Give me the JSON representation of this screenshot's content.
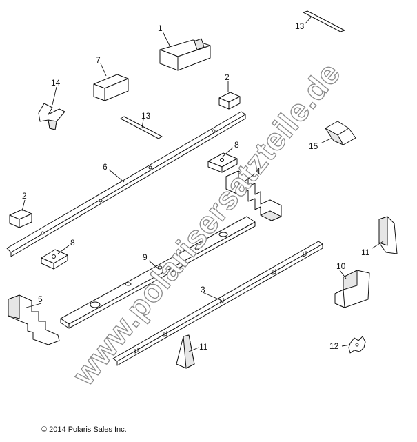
{
  "watermark": "www.polarisersatzteile.de",
  "copyright": "© 2014 Polaris Sales Inc.",
  "callouts": {
    "c1": "1",
    "c2a": "2",
    "c2b": "2",
    "c3": "3",
    "c4": "4",
    "c5": "5",
    "c6": "6",
    "c7": "7",
    "c8a": "8",
    "c8b": "8",
    "c9": "9",
    "c10": "10",
    "c11a": "11",
    "c11b": "11",
    "c12": "12",
    "c13a": "13",
    "c13b": "13",
    "c14": "14",
    "c15": "15"
  }
}
